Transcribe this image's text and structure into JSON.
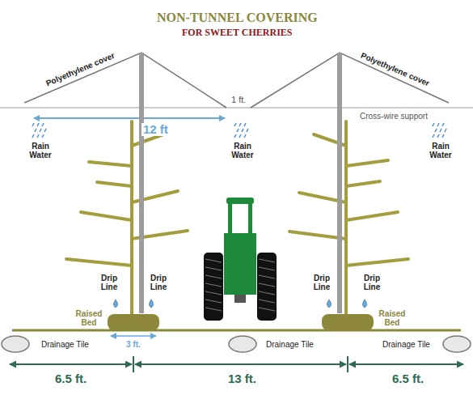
{
  "diagram": {
    "title": "NON-TUNNEL COVERING",
    "labels": [
      "FOR SWEET CHERRIES",
      "Polyethylene cover",
      "Polyethylene cover",
      "1 ft.",
      "12 ft",
      "Cross-wire support",
      "Rain Water",
      "Rain Water",
      "Rain Water",
      "Drip Line",
      "Drip Line",
      "Drip Line",
      "Drip Line",
      "Raised Bed",
      "Raised Bed",
      "3 ft.",
      "Drainage Tile",
      "Drainage Tile",
      "Drainage Tile",
      "6.5 ft.",
      "13 ft.",
      "6.5 ft."
    ]
  }
}
